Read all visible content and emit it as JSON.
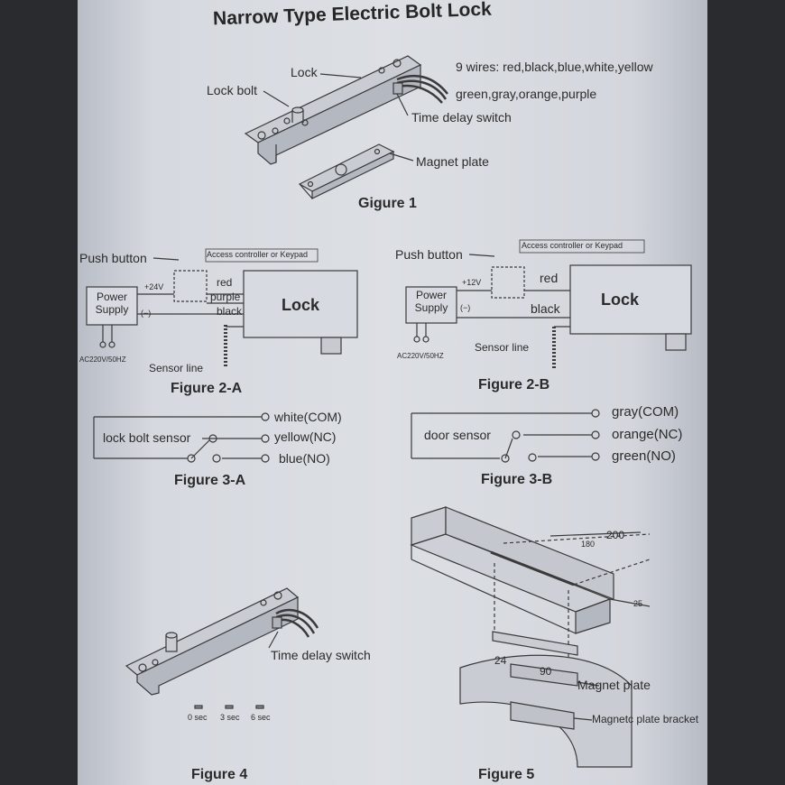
{
  "title": "Narrow Type Electric Bolt Lock",
  "fig1": {
    "lock": "Lock",
    "lock_bolt": "Lock bolt",
    "wires_line1": "9 wires: red,black,blue,white,yellow",
    "wires_line2": "green,gray,orange,purple",
    "time_delay": "Time delay switch",
    "magnet_plate": "Magnet plate",
    "caption": "Gigure 1"
  },
  "fig2a": {
    "push_button": "Push button",
    "access": "Access controller or Keypad",
    "voltage": "+24V",
    "power_supply": "Power Supply",
    "neg": "(−)",
    "ac": "AC220V/50HZ",
    "red": "red",
    "purple": "purple",
    "black": "black",
    "lock": "Lock",
    "sensor_line": "Sensor line",
    "caption": "Figure 2-A"
  },
  "fig2b": {
    "push_button": "Push button",
    "access": "Access controller or Keypad",
    "voltage": "+12V",
    "power_supply": "Power Supply",
    "neg": "(−)",
    "ac": "AC220V/50HZ",
    "red": "red",
    "black": "black",
    "lock": "Lock",
    "sensor_line": "Sensor line",
    "caption": "Figure 2-B"
  },
  "fig3a": {
    "label": "lock bolt sensor",
    "com": "white(COM)",
    "nc": "yellow(NC)",
    "no": "blue(NO)",
    "caption": "Figure 3-A"
  },
  "fig3b": {
    "label": "door sensor",
    "com": "gray(COM)",
    "nc": "orange(NC)",
    "no": "green(NO)",
    "caption": "Figure 3-B"
  },
  "fig4": {
    "time_delay": "Time delay switch",
    "sec0": "0 sec",
    "sec3": "3 sec",
    "sec6": "6 sec",
    "caption": "Figure 4"
  },
  "fig5": {
    "dim_200": "200",
    "dim_180": "180",
    "dim_25": "25",
    "dim_24": "24",
    "dim_90": "90",
    "magnet_plate": "Magnet plate",
    "bracket": "Magnetc plate bracket",
    "caption": "Figure 5"
  }
}
